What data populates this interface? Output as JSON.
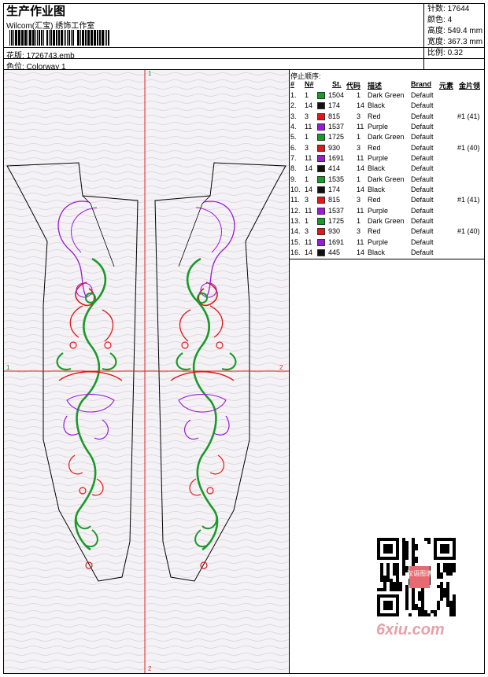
{
  "header": {
    "title": "生产作业图",
    "company": "Wilcom(汇宝) 绣饰工作室",
    "design_file_label": "花版:",
    "design_file": "1726743.emb",
    "colorway_label": "色位:",
    "colorway": "Colorway 1"
  },
  "stats": {
    "stitches_label": "针数:",
    "stitches": "17644",
    "colors_label": "颜色:",
    "colors": "4",
    "height_label": "高度:",
    "height": "549.4 mm",
    "width_label": "宽度:",
    "width": "367.3 mm",
    "scale_label": "比例:",
    "scale": "0.32"
  },
  "sequence": {
    "title": "停止顺序:",
    "columns": [
      "#",
      "N#",
      "St.",
      "代码",
      "描述",
      "Brand",
      "元素",
      "金片领"
    ],
    "rows": [
      {
        "idx": "1.",
        "n": "1",
        "st": "1504",
        "code": "1",
        "desc": "Dark Green",
        "brand": "Default",
        "elem": "",
        "seq": "",
        "color": "#1a9a2a"
      },
      {
        "idx": "2.",
        "n": "14",
        "st": "174",
        "code": "14",
        "desc": "Black",
        "brand": "Default",
        "elem": "",
        "seq": "",
        "color": "#111111"
      },
      {
        "idx": "3.",
        "n": "3",
        "st": "815",
        "code": "3",
        "desc": "Red",
        "brand": "Default",
        "elem": "",
        "seq": "#1 (41)",
        "color": "#e01818"
      },
      {
        "idx": "4.",
        "n": "11",
        "st": "1537",
        "code": "11",
        "desc": "Purple",
        "brand": "Default",
        "elem": "",
        "seq": "",
        "color": "#9a1ad8"
      },
      {
        "idx": "5.",
        "n": "1",
        "st": "1725",
        "code": "1",
        "desc": "Dark Green",
        "brand": "Default",
        "elem": "",
        "seq": "",
        "color": "#1a9a2a"
      },
      {
        "idx": "6.",
        "n": "3",
        "st": "930",
        "code": "3",
        "desc": "Red",
        "brand": "Default",
        "elem": "",
        "seq": "#1 (40)",
        "color": "#e01818"
      },
      {
        "idx": "7.",
        "n": "11",
        "st": "1691",
        "code": "11",
        "desc": "Purple",
        "brand": "Default",
        "elem": "",
        "seq": "",
        "color": "#9a1ad8"
      },
      {
        "idx": "8.",
        "n": "14",
        "st": "414",
        "code": "14",
        "desc": "Black",
        "brand": "Default",
        "elem": "",
        "seq": "",
        "color": "#111111"
      },
      {
        "idx": "9.",
        "n": "1",
        "st": "1535",
        "code": "1",
        "desc": "Dark Green",
        "brand": "Default",
        "elem": "",
        "seq": "",
        "color": "#1a9a2a"
      },
      {
        "idx": "10.",
        "n": "14",
        "st": "174",
        "code": "14",
        "desc": "Black",
        "brand": "Default",
        "elem": "",
        "seq": "",
        "color": "#111111"
      },
      {
        "idx": "11.",
        "n": "3",
        "st": "815",
        "code": "3",
        "desc": "Red",
        "brand": "Default",
        "elem": "",
        "seq": "#1 (41)",
        "color": "#e01818"
      },
      {
        "idx": "12.",
        "n": "11",
        "st": "1537",
        "code": "11",
        "desc": "Purple",
        "brand": "Default",
        "elem": "",
        "seq": "",
        "color": "#9a1ad8"
      },
      {
        "idx": "13.",
        "n": "1",
        "st": "1725",
        "code": "1",
        "desc": "Dark Green",
        "brand": "Default",
        "elem": "",
        "seq": "",
        "color": "#1a9a2a"
      },
      {
        "idx": "14.",
        "n": "3",
        "st": "930",
        "code": "3",
        "desc": "Red",
        "brand": "Default",
        "elem": "",
        "seq": "#1 (40)",
        "color": "#e01818"
      },
      {
        "idx": "15.",
        "n": "11",
        "st": "1691",
        "code": "11",
        "desc": "Purple",
        "brand": "Default",
        "elem": "",
        "seq": "",
        "color": "#9a1ad8"
      },
      {
        "idx": "16.",
        "n": "14",
        "st": "445",
        "code": "14",
        "desc": "Black",
        "brand": "Default",
        "elem": "",
        "seq": "",
        "color": "#111111"
      }
    ]
  },
  "design": {
    "markers": {
      "top": "1",
      "bottom": "2",
      "left": "1",
      "right": "2"
    },
    "axis_color": "#e02020"
  },
  "qr": {
    "stamp_text": "汉语图谱"
  },
  "watermark": {
    "text": "6xiu.com"
  }
}
